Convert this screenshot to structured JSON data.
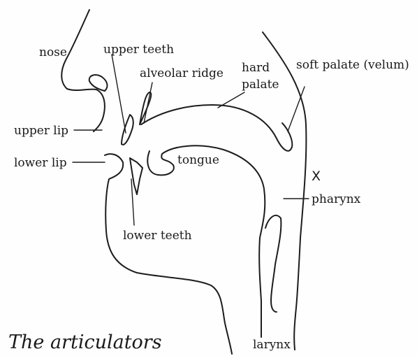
{
  "labels": {
    "nose": "nose",
    "upper_teeth": "upper teeth",
    "alveolar_ridge": "alveolar ridge",
    "hard_palate_line1": "hard",
    "hard_palate_line2": "palate",
    "soft_palate": "soft palate (velum)",
    "upper_lip": "upper lip",
    "lower_lip": "lower lip",
    "tongue": "tongue",
    "x_mark": "X",
    "pharynx": "pharynx",
    "lower_teeth": "lower teeth",
    "larynx": "larynx"
  },
  "caption": "The articulators"
}
